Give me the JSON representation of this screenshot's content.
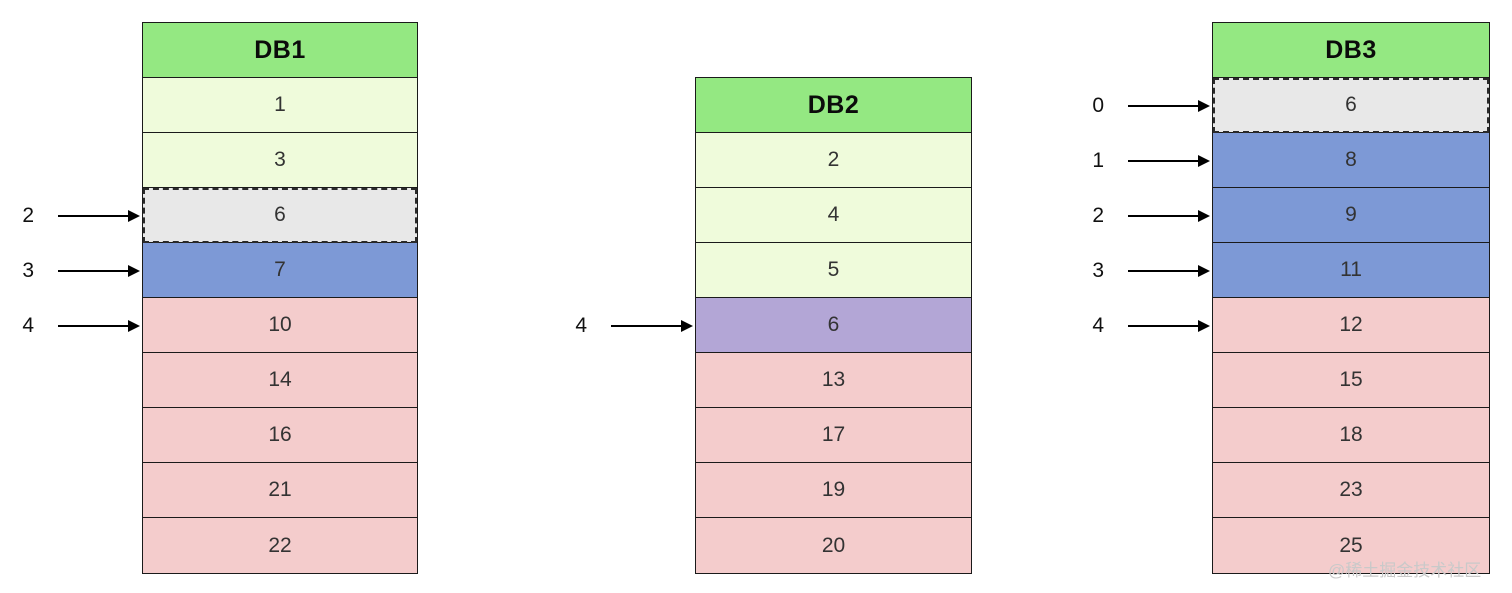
{
  "watermark": "@稀土掘金技术社区",
  "colors": {
    "header": "#94E882",
    "light": "#EFFBDB",
    "gray": "#E8E8E8",
    "blue": "#7D99D6",
    "purple": "#B3A6D6",
    "pink": "#F4CCCC"
  },
  "tables": [
    {
      "name": "DB1",
      "cells": [
        {
          "value": "1",
          "type": "light"
        },
        {
          "value": "3",
          "type": "light"
        },
        {
          "value": "6",
          "type": "gray",
          "dashed": true
        },
        {
          "value": "7",
          "type": "blue"
        },
        {
          "value": "10",
          "type": "pink"
        },
        {
          "value": "14",
          "type": "pink"
        },
        {
          "value": "16",
          "type": "pink"
        },
        {
          "value": "21",
          "type": "pink"
        },
        {
          "value": "22",
          "type": "pink"
        }
      ],
      "pointers": [
        {
          "label": "2",
          "cell_index": 2
        },
        {
          "label": "3",
          "cell_index": 3
        },
        {
          "label": "4",
          "cell_index": 4
        }
      ]
    },
    {
      "name": "DB2",
      "cells": [
        {
          "value": "2",
          "type": "light"
        },
        {
          "value": "4",
          "type": "light"
        },
        {
          "value": "5",
          "type": "light"
        },
        {
          "value": "6",
          "type": "purple"
        },
        {
          "value": "13",
          "type": "pink"
        },
        {
          "value": "17",
          "type": "pink"
        },
        {
          "value": "19",
          "type": "pink"
        },
        {
          "value": "20",
          "type": "pink"
        }
      ],
      "pointers": [
        {
          "label": "4",
          "cell_index": 3
        }
      ]
    },
    {
      "name": "DB3",
      "cells": [
        {
          "value": "6",
          "type": "gray",
          "dashed": true
        },
        {
          "value": "8",
          "type": "blue"
        },
        {
          "value": "9",
          "type": "blue"
        },
        {
          "value": "11",
          "type": "blue"
        },
        {
          "value": "12",
          "type": "pink"
        },
        {
          "value": "15",
          "type": "pink"
        },
        {
          "value": "18",
          "type": "pink"
        },
        {
          "value": "23",
          "type": "pink"
        },
        {
          "value": "25",
          "type": "pink"
        }
      ],
      "pointers": [
        {
          "label": "0",
          "cell_index": 0
        },
        {
          "label": "1",
          "cell_index": 1
        },
        {
          "label": "2",
          "cell_index": 2
        },
        {
          "label": "3",
          "cell_index": 3
        },
        {
          "label": "4",
          "cell_index": 4
        }
      ]
    }
  ]
}
